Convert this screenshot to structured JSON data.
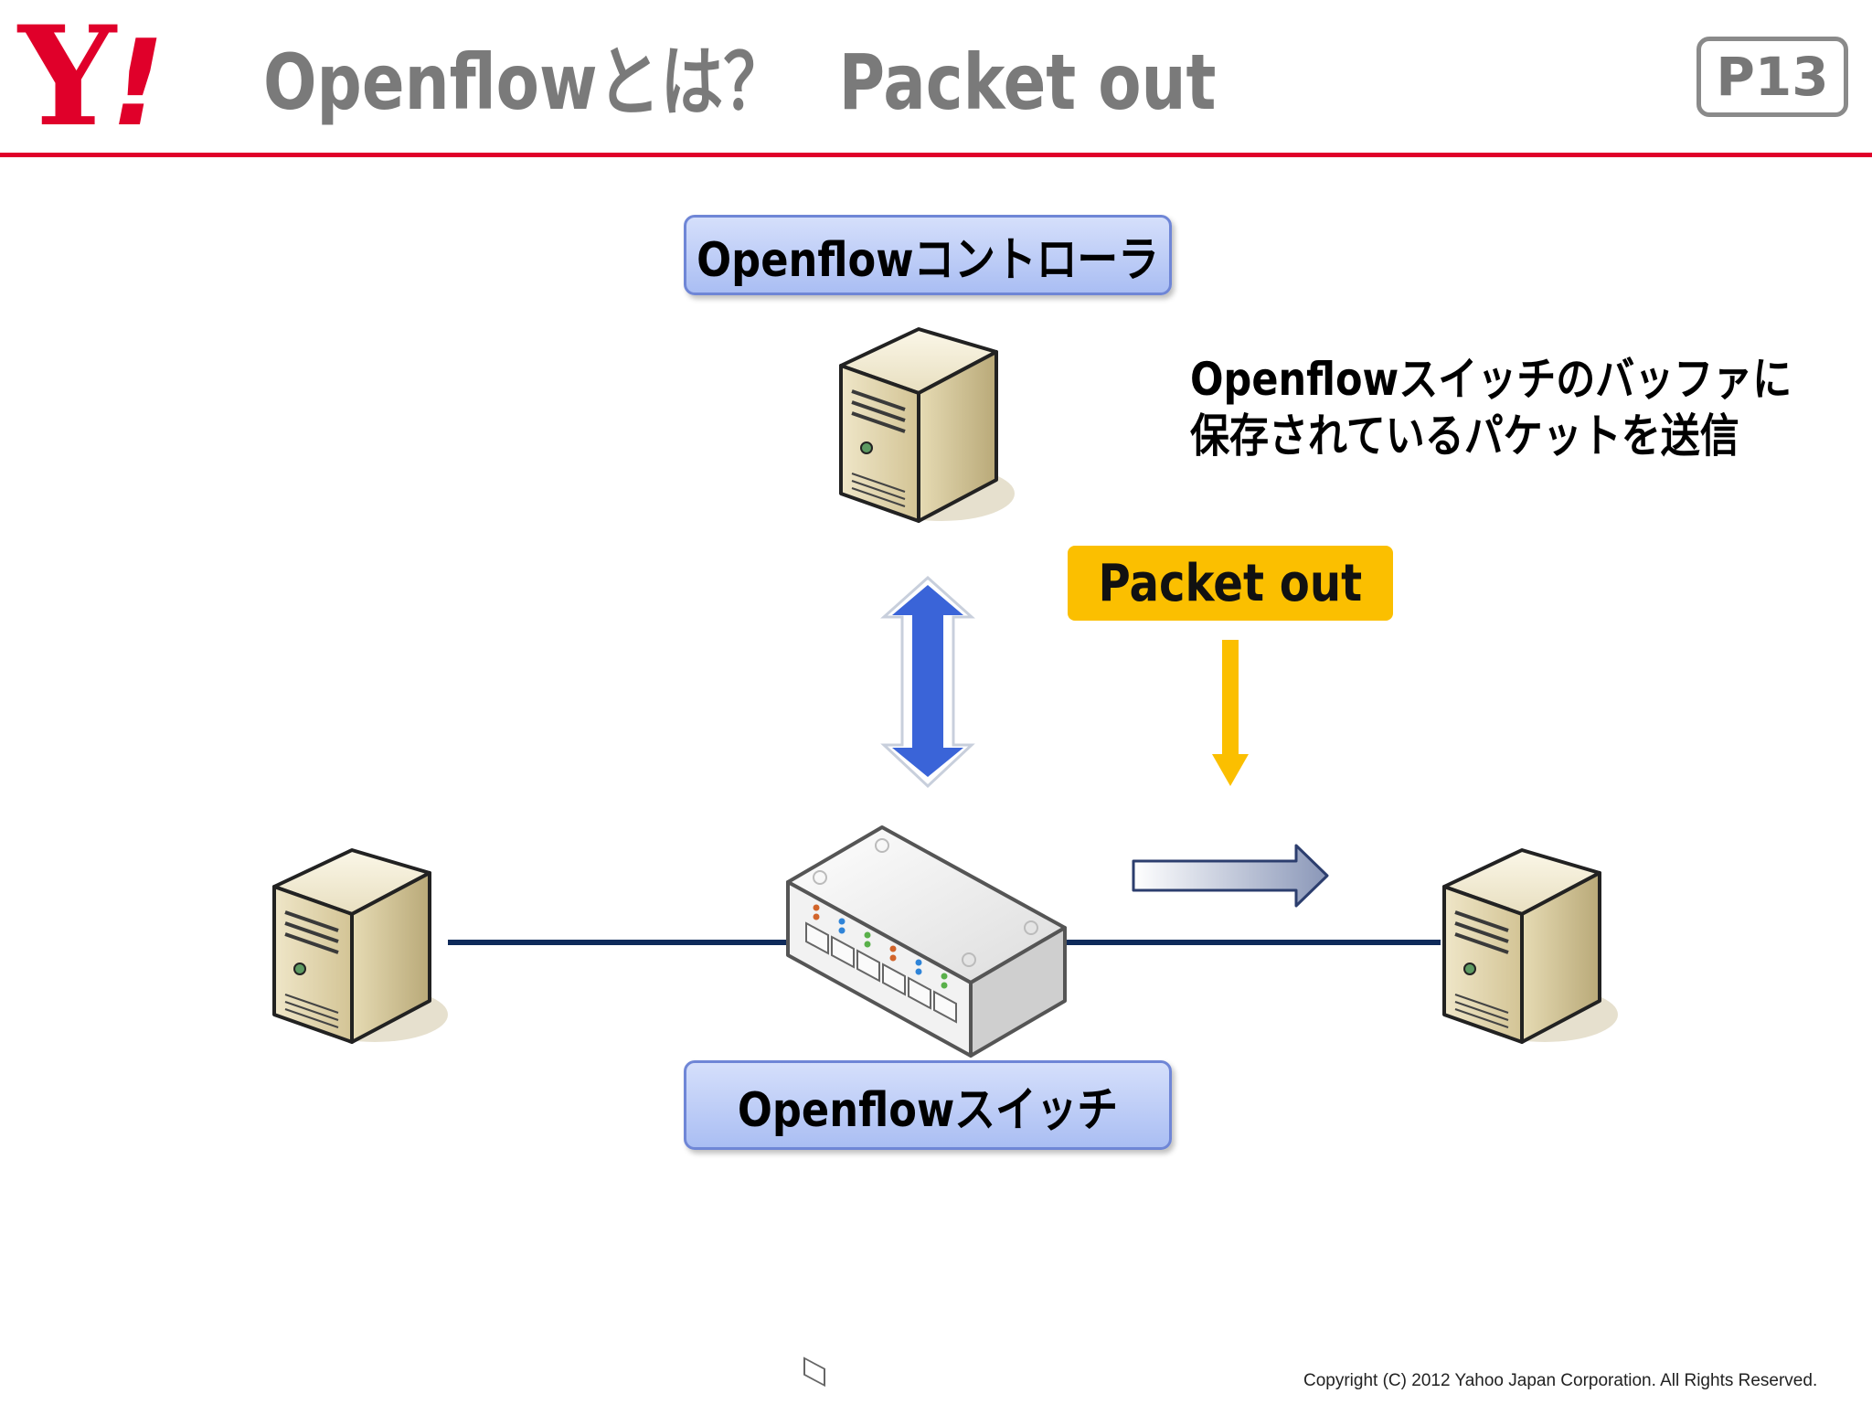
{
  "header": {
    "logo_text": "Y",
    "logo_mark": "!",
    "title": "Openflowとは？",
    "subtitle": "Packet out",
    "page_number": "P13"
  },
  "diagram": {
    "controller_label": "Openflowコントローラ",
    "switch_label": "Openflowスイッチ",
    "description_line1": "Openflowスイッチのバッファに",
    "description_line2": "保存されているパケットを送信",
    "packet_out_label": "Packet out",
    "icons": [
      "server-icon",
      "switch-icon",
      "double-arrow-icon",
      "down-arrow-icon",
      "right-arrow-icon"
    ],
    "colors": {
      "accent_red": "#e0002a",
      "label_blue": "#aabef3",
      "arrow_blue": "#3a64d8",
      "packet_yellow": "#fbbf00",
      "link_navy": "#0e2a5a"
    }
  },
  "footer": {
    "copyright": "Copyright (C) 2012 Yahoo Japan Corporation. All Rights Reserved."
  }
}
